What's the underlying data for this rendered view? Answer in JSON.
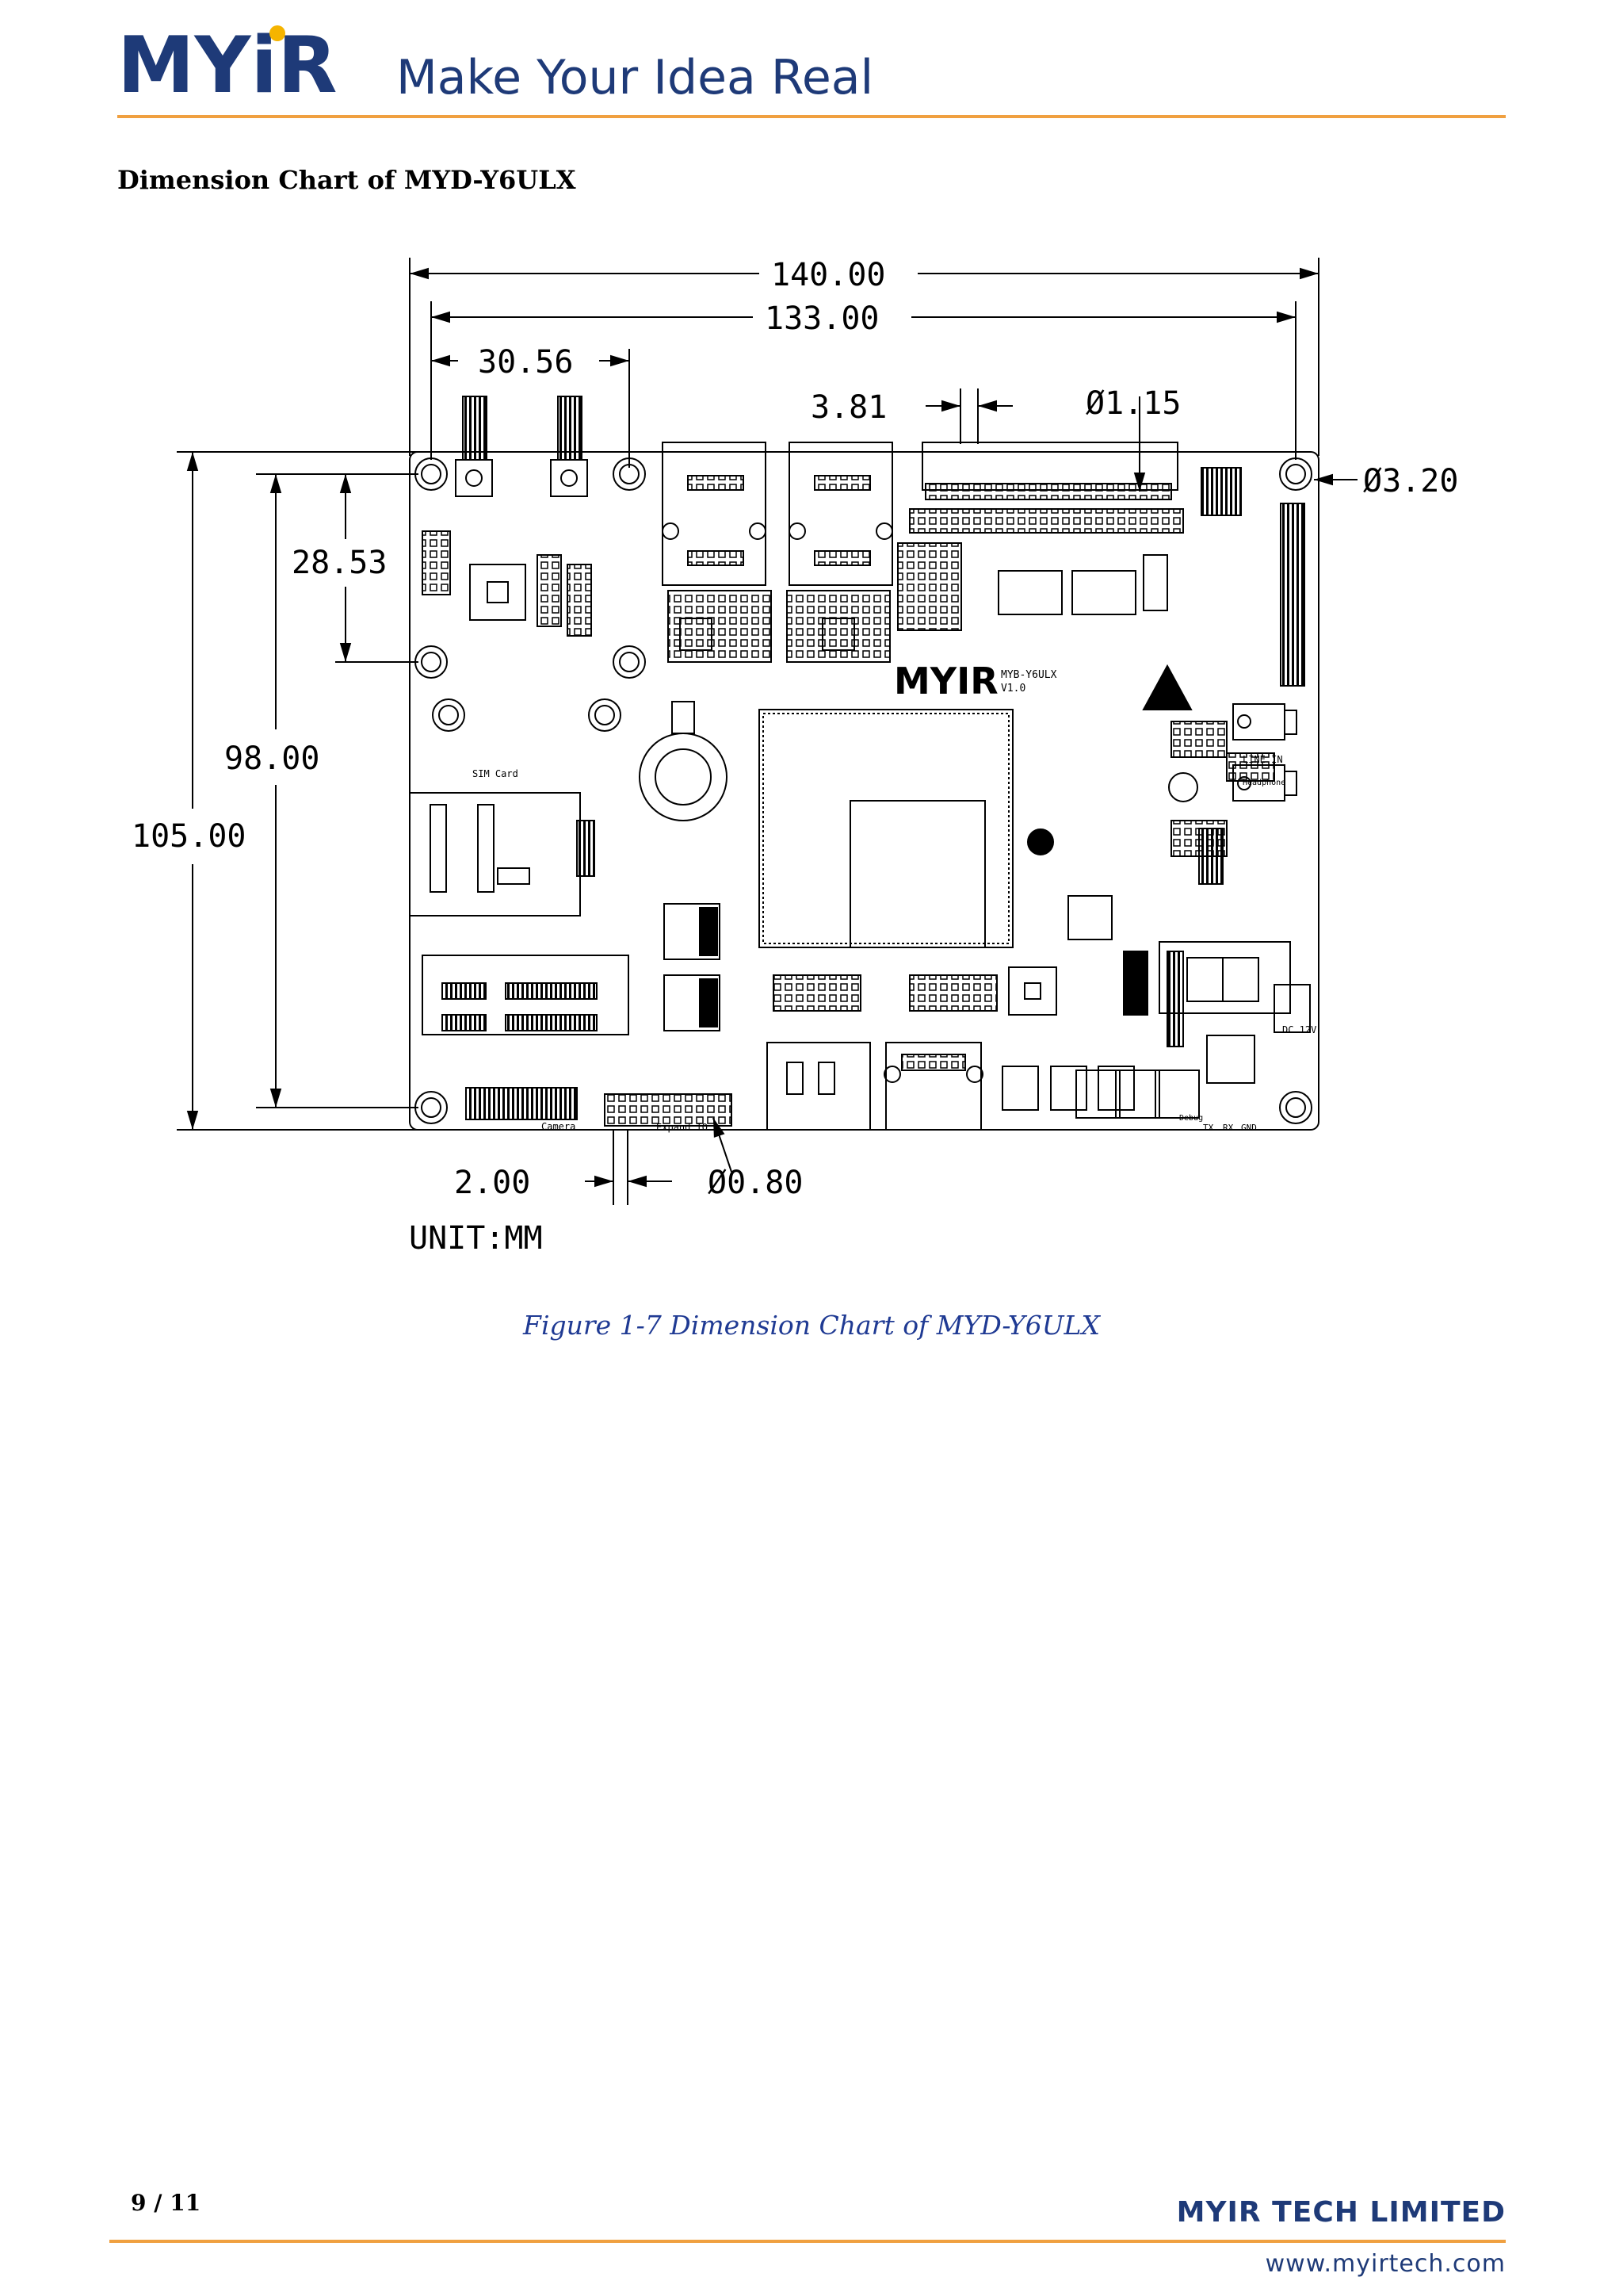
{
  "header": {
    "logo_text": "MYiR",
    "tagline": "Make Your Idea Real"
  },
  "section_title": "Dimension Chart of MYD-Y6ULX",
  "drawing": {
    "dimensions": {
      "overall_width": "140.00",
      "hole_span_width": "133.00",
      "top_left_span": "30.56",
      "header_pitch": "3.81",
      "pin_diameter": "Ø1.15",
      "mount_hole_diameter": "Ø3.20",
      "overall_height": "105.00",
      "hole_span_height": "98.00",
      "left_top_span": "28.53",
      "bottom_offset": "2.00",
      "bottom_pin_diameter": "Ø0.80"
    },
    "unit": "UNIT:MM",
    "board_logo": "MYIR",
    "board_model": "MYB-Y6ULX",
    "board_version": "V1.0",
    "labels": {
      "sim_card": "SIM Card",
      "camera": "Camera",
      "expand": "Expand IO",
      "line_in": "LINE IN",
      "headphone": "Headphone",
      "dc12v": "DC 12V",
      "debug": "Debug",
      "tx": "TX",
      "rx": "RX",
      "gnd": "GND"
    }
  },
  "caption": "Figure 1-7 Dimension Chart of MYD-Y6ULX",
  "footer": {
    "page": "9 / 11",
    "company": "MYIR TECH LIMITED",
    "url": "www.myirtech.com"
  },
  "colors": {
    "accent_orange": "#f0a040",
    "brand_blue": "#1e3a78",
    "logo_yellow": "#f5b400",
    "caption_blue": "#1f3a93"
  }
}
